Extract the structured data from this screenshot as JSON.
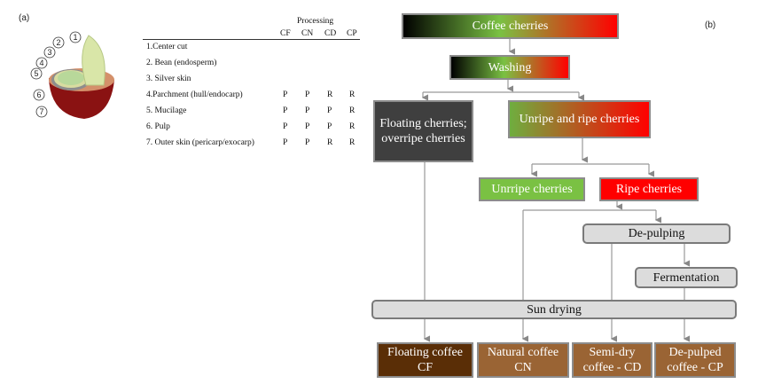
{
  "panel_a": {
    "label": "(a)",
    "callouts": [
      "1",
      "2",
      "3",
      "4",
      "5",
      "6",
      "7"
    ],
    "table": {
      "group_header": "Processing",
      "columns": [
        "CF",
        "CN",
        "CD",
        "CP"
      ],
      "rows": [
        {
          "label": "1.Center cut",
          "values": [
            "",
            "",
            "",
            ""
          ]
        },
        {
          "label": "2. Bean (endosperm)",
          "values": [
            "",
            "",
            "",
            ""
          ]
        },
        {
          "label": "3. Silver skin",
          "values": [
            "",
            "",
            "",
            ""
          ]
        },
        {
          "label": "4.Parchment (hull/endocarp)",
          "values": [
            "P",
            "P",
            "R",
            "R"
          ]
        },
        {
          "label": "5. Mucilage",
          "values": [
            "P",
            "P",
            "P",
            "R"
          ]
        },
        {
          "label": "6. Pulp",
          "values": [
            "P",
            "P",
            "P",
            "R"
          ]
        },
        {
          "label": "7. Outer skin (pericarp/exocarp)",
          "values": [
            "P",
            "P",
            "R",
            "R"
          ]
        }
      ]
    }
  },
  "panel_b": {
    "label": "(b)",
    "nodes": {
      "coffee_cherries": "Coffee cherries",
      "washing": "Washing",
      "floating": "Floating cherries; overripe cherries",
      "unripe_and_ripe": "Unripe and ripe cherries",
      "unripe": "Unrripe cherries",
      "ripe": "Ripe cherries",
      "depulping": "De-pulping",
      "fermentation": "Fermentation",
      "sun_drying": "Sun drying",
      "out_cf": "Floating coffee CF",
      "out_cn": "Natural coffee CN",
      "out_cd": "Semi-dry coffee - CD",
      "out_cp": "De-pulped coffee - CP"
    },
    "colors": {
      "dark": "#3f3f3f",
      "green": "#7ac143",
      "red": "#ff0000",
      "brown": "#9a6434",
      "dark_brown": "#5a2e06",
      "gray": "#dcdcdc"
    }
  }
}
